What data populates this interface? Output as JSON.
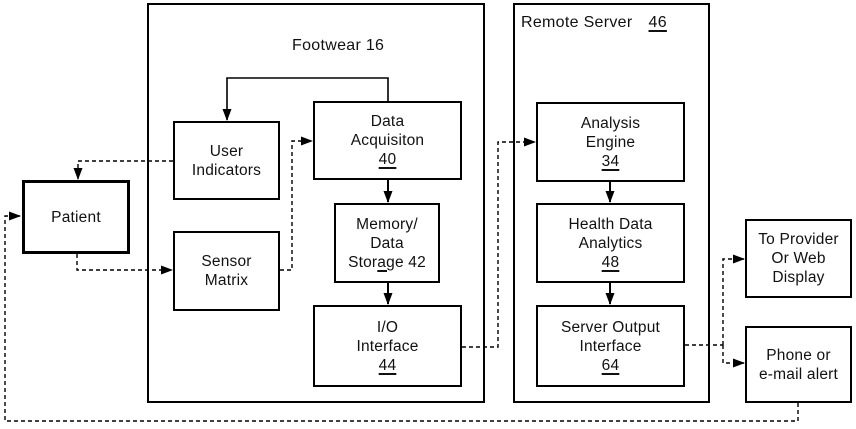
{
  "containers": {
    "footwear": {
      "label": "Footwear 16"
    },
    "remote_server": {
      "label": "Remote Server",
      "ref": "46"
    }
  },
  "nodes": {
    "patient": {
      "l1": "Patient"
    },
    "user_indicators": {
      "l1": "User",
      "l2": "Indicators"
    },
    "sensor_matrix": {
      "l1": "Sensor",
      "l2": "Matrix"
    },
    "data_acquisition": {
      "l1": "Data",
      "l2": "Acquisiton",
      "ref": "40"
    },
    "memory_storage": {
      "l1": "Memory/",
      "l2": "Data",
      "l3_pre": "Stor",
      "l3_ul": "ag",
      "l3_post": "e 42"
    },
    "io_interface": {
      "l1": "I/O",
      "l2": "Interface",
      "ref": "44"
    },
    "analysis_engine": {
      "l1": "Analysis",
      "l2": "Engine",
      "ref": "34"
    },
    "health_analytics": {
      "l1": "Health Data",
      "l2": "Analytics",
      "ref": "48"
    },
    "server_output": {
      "l1": "Server Output",
      "l2": "Interface",
      "ref": "64"
    },
    "provider_display": {
      "l1": "To Provider",
      "l2": "Or Web",
      "l3": "Display"
    },
    "phone_alert": {
      "l1": "Phone or",
      "l2": "e-mail alert"
    }
  },
  "colors": {
    "line": "#000000",
    "background": "#ffffff"
  }
}
